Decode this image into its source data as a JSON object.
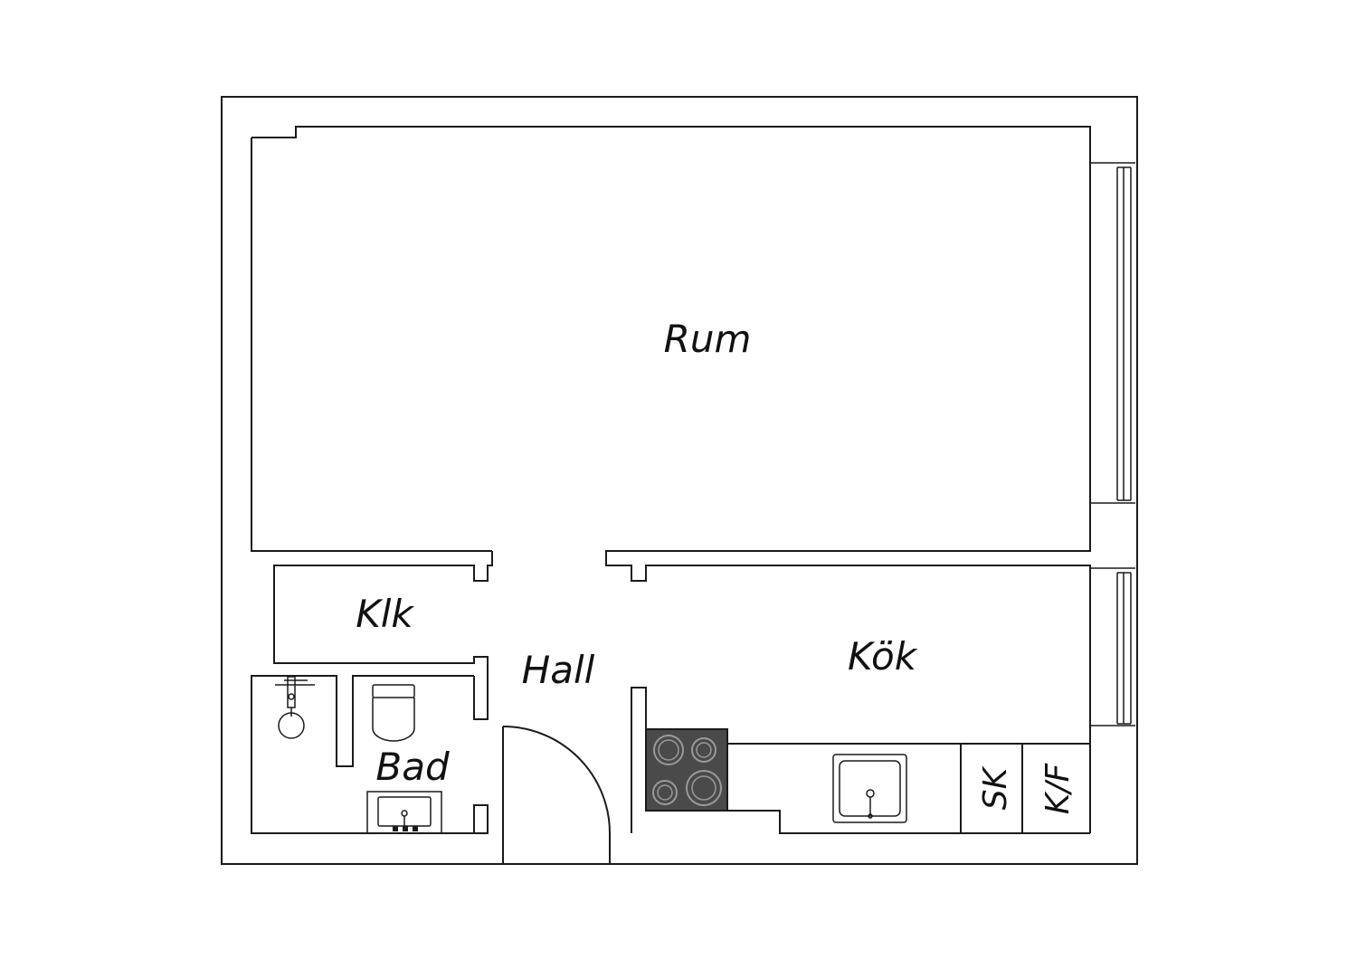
{
  "rooms": {
    "rum": "Rum",
    "klk": "Klk",
    "hall": "Hall",
    "kok": "Kök",
    "bad": "Bad"
  },
  "fixtures": {
    "sk": "SK",
    "kf": "K/F"
  },
  "colors": {
    "line": "#1a1a1a",
    "background": "#ffffff",
    "stove": "#4a4a4a",
    "burner": "#9a9a9a"
  },
  "icons": [
    "shower-icon",
    "toilet-icon",
    "washbasin-icon",
    "stove-icon",
    "sink-icon",
    "door-swing-icon",
    "window-icon"
  ]
}
